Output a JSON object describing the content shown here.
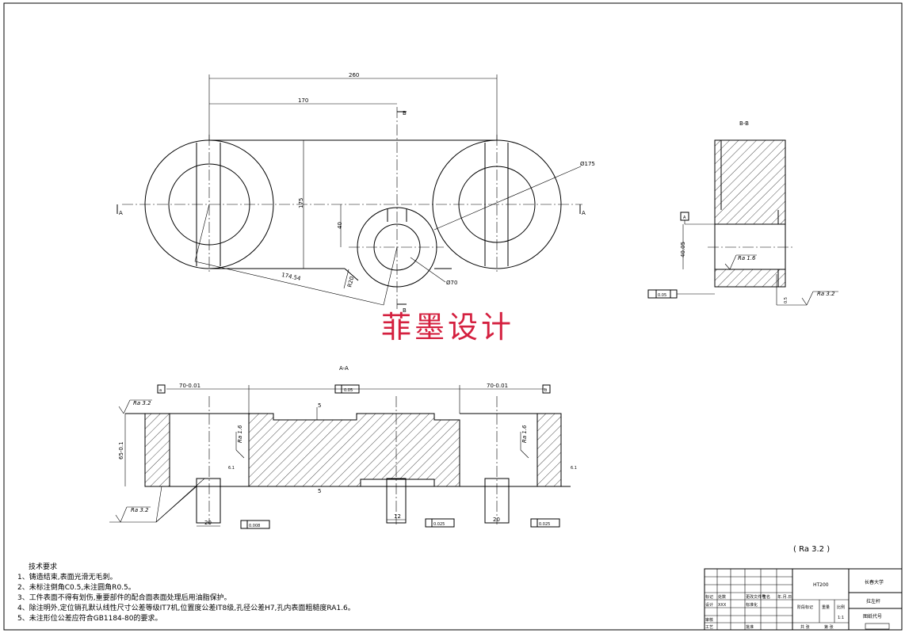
{
  "views": {
    "plan": {
      "dims": {
        "overall_length": "260",
        "center_distance": "170",
        "height": "175",
        "boss_offset": "40",
        "diagonal": "174.54",
        "boss_radius": "R20",
        "boss_diameter": "Ø70",
        "outer_diameter": "Ø175"
      },
      "section_marks": {
        "a_left": "A",
        "a_right": "A",
        "b_top": "B",
        "b_bottom": "B"
      }
    },
    "section_bb": {
      "title": "B-B",
      "datum_box": "A",
      "dim_vertical": "40.05",
      "roughness_inner": "Ra 1.6",
      "roughness_side": "Ra 3.2",
      "tolerance_frame": "0.05",
      "side_value": "0.5"
    },
    "section_aa": {
      "title": "A-A",
      "datum_left": "a",
      "datum_mid": "0.05",
      "datum_right": "b",
      "dim_left": "70-0.01",
      "dim_right": "70-0.01",
      "dim_thickness": "65-0.1",
      "roughness_left": "Ra 3.2",
      "roughness_bottom_left": "Ra 3.2",
      "roughness_mid_left": "Ra 1.6",
      "roughness_mid_right": "Ra 1.6",
      "depth_top": "5",
      "depth_bottom": "5",
      "small_left": "6.1",
      "small_right": "6.1",
      "width_left": "20",
      "width_mid": "12",
      "width_right": "20",
      "tol_left": "0.008",
      "tol_mid": "0.025",
      "tol_right": "0.025"
    }
  },
  "watermark": "菲墨设计",
  "general_roughness": "Ra 3.2",
  "notes": {
    "title": "技术要求",
    "items": [
      "1、铸造结束,表面光滑无毛刺。",
      "2、未标注倒角C0.5,未注圆角R0.5。",
      "3、工件表面不得有划伤,重要部件的配合面表面处理后用油脂保护。",
      "4、除注明外,定位销孔默认线性尺寸公差等级IT7机,位置度公差IT8级,孔径公差H7,孔内表面粗糙度RA1.6。",
      "5、未注形位公差应符合GB1184-80的要求。"
    ]
  },
  "title_block": {
    "material": "HT200",
    "school": "长春大学",
    "part_name": "拉左杆",
    "drawing_no": "图纸代号",
    "scale_label": "比例",
    "weight_label": "重量",
    "stage_label": "阶段标记",
    "scale_value": "1:1",
    "sheets": "共 张",
    "sheet_no": "第 张",
    "designer": "设计",
    "xxx": "XXX",
    "std": "标准化",
    "reviewer": "审核",
    "process": "工艺",
    "approve": "批准",
    "mark": "标记",
    "count": "处数",
    "change": "更改文件号",
    "sign": "签名",
    "date": "年.月.日"
  }
}
